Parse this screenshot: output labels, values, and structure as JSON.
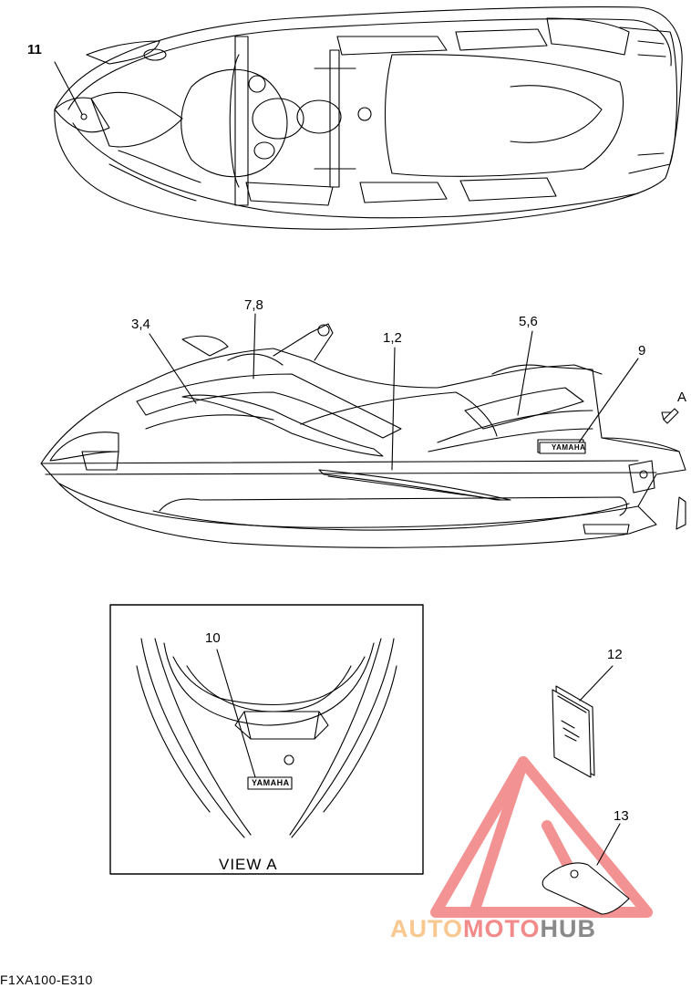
{
  "callouts": [
    {
      "id": "c11",
      "text": "11"
    },
    {
      "id": "c34",
      "text": "3,4"
    },
    {
      "id": "c78",
      "text": "7,8"
    },
    {
      "id": "c12",
      "text": "1,2"
    },
    {
      "id": "c56",
      "text": "5,6"
    },
    {
      "id": "c9",
      "text": "9"
    },
    {
      "id": "cA",
      "text": "A"
    },
    {
      "id": "c10",
      "text": "10"
    },
    {
      "id": "c12b",
      "text": "12"
    },
    {
      "id": "c13",
      "text": "13"
    }
  ],
  "view_caption": "VIEW A",
  "drawing_code": "F1XA100-E310",
  "watermark": {
    "part1": "AUTO",
    "part2": "MOTO",
    "part3": "HUB",
    "colors": {
      "auto": "#f9c890",
      "moto": "#f38a8a",
      "hub": "#8a8a8a",
      "triangle": "#f28080"
    }
  },
  "decal_text": "YAMAHA"
}
